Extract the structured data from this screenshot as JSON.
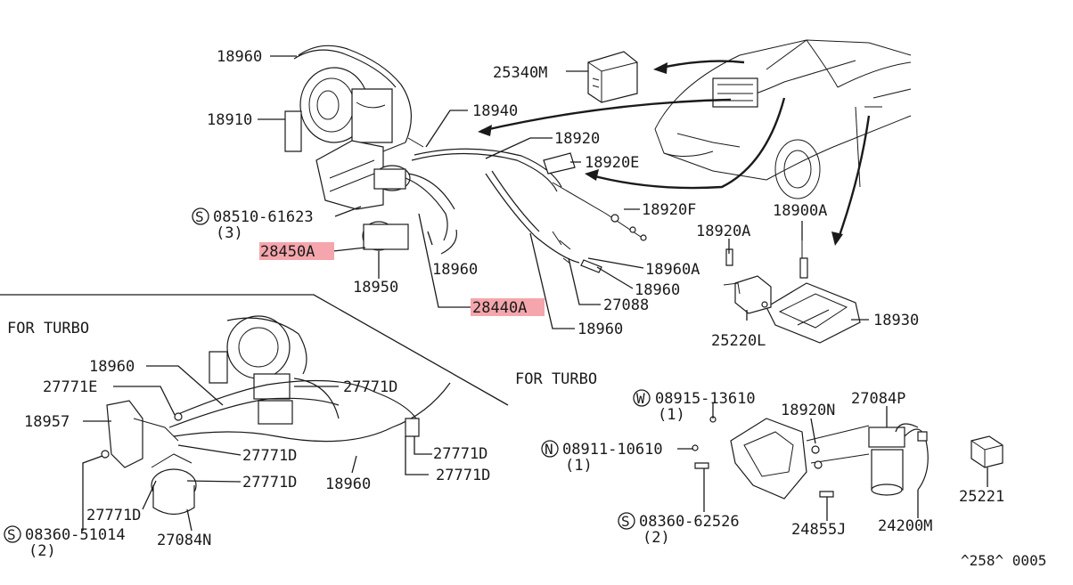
{
  "diagram": {
    "section_labels": {
      "turbo_left": "FOR TURBO",
      "turbo_right": "FOR TURBO"
    },
    "footer_code": "^258^ 0005",
    "highlight_color": "#f4a6ac",
    "parts": {
      "p18960_top": "18960",
      "p25340M": "25340M",
      "p18910": "18910",
      "p18940": "18940",
      "p18920": "18920",
      "p18920E": "18920E",
      "p08510": "08510-61623",
      "p08510_qty": "(3)",
      "p18920F": "18920F",
      "p18900A": "18900A",
      "p18920A": "18920A",
      "p28450A": "28450A",
      "p18960_mid": "18960",
      "p18960A": "18960A",
      "p18950": "18950",
      "p18960_r": "18960",
      "p28440A": "28440A",
      "p27088": "27088",
      "p18930": "18930",
      "p25220L": "25220L",
      "p18960_low": "18960",
      "p18960_t": "18960",
      "p27771E": "27771E",
      "p27771D_a": "27771D",
      "p18957": "18957",
      "p27771D_b": "27771D",
      "p27771D_c": "27771D",
      "p27771D_d": "27771D",
      "p18960_t2": "18960",
      "p27771D_e": "27771D",
      "p27771D_f": "27771D",
      "p08360_51014": "08360-51014",
      "p08360_51014_qty": "(2)",
      "p27084N": "27084N",
      "p08915": "08915-13610",
      "p08915_qty": "(1)",
      "p18920N": "18920N",
      "p27084P": "27084P",
      "p08911": "08911-10610",
      "p08911_qty": "(1)",
      "p25221": "25221",
      "p08360_62526": "08360-62526",
      "p08360_62526_qty": "(2)",
      "p24855J": "24855J",
      "p24200M": "24200M"
    },
    "prefix_symbols": {
      "s": "S",
      "w": "W",
      "n": "N"
    }
  }
}
